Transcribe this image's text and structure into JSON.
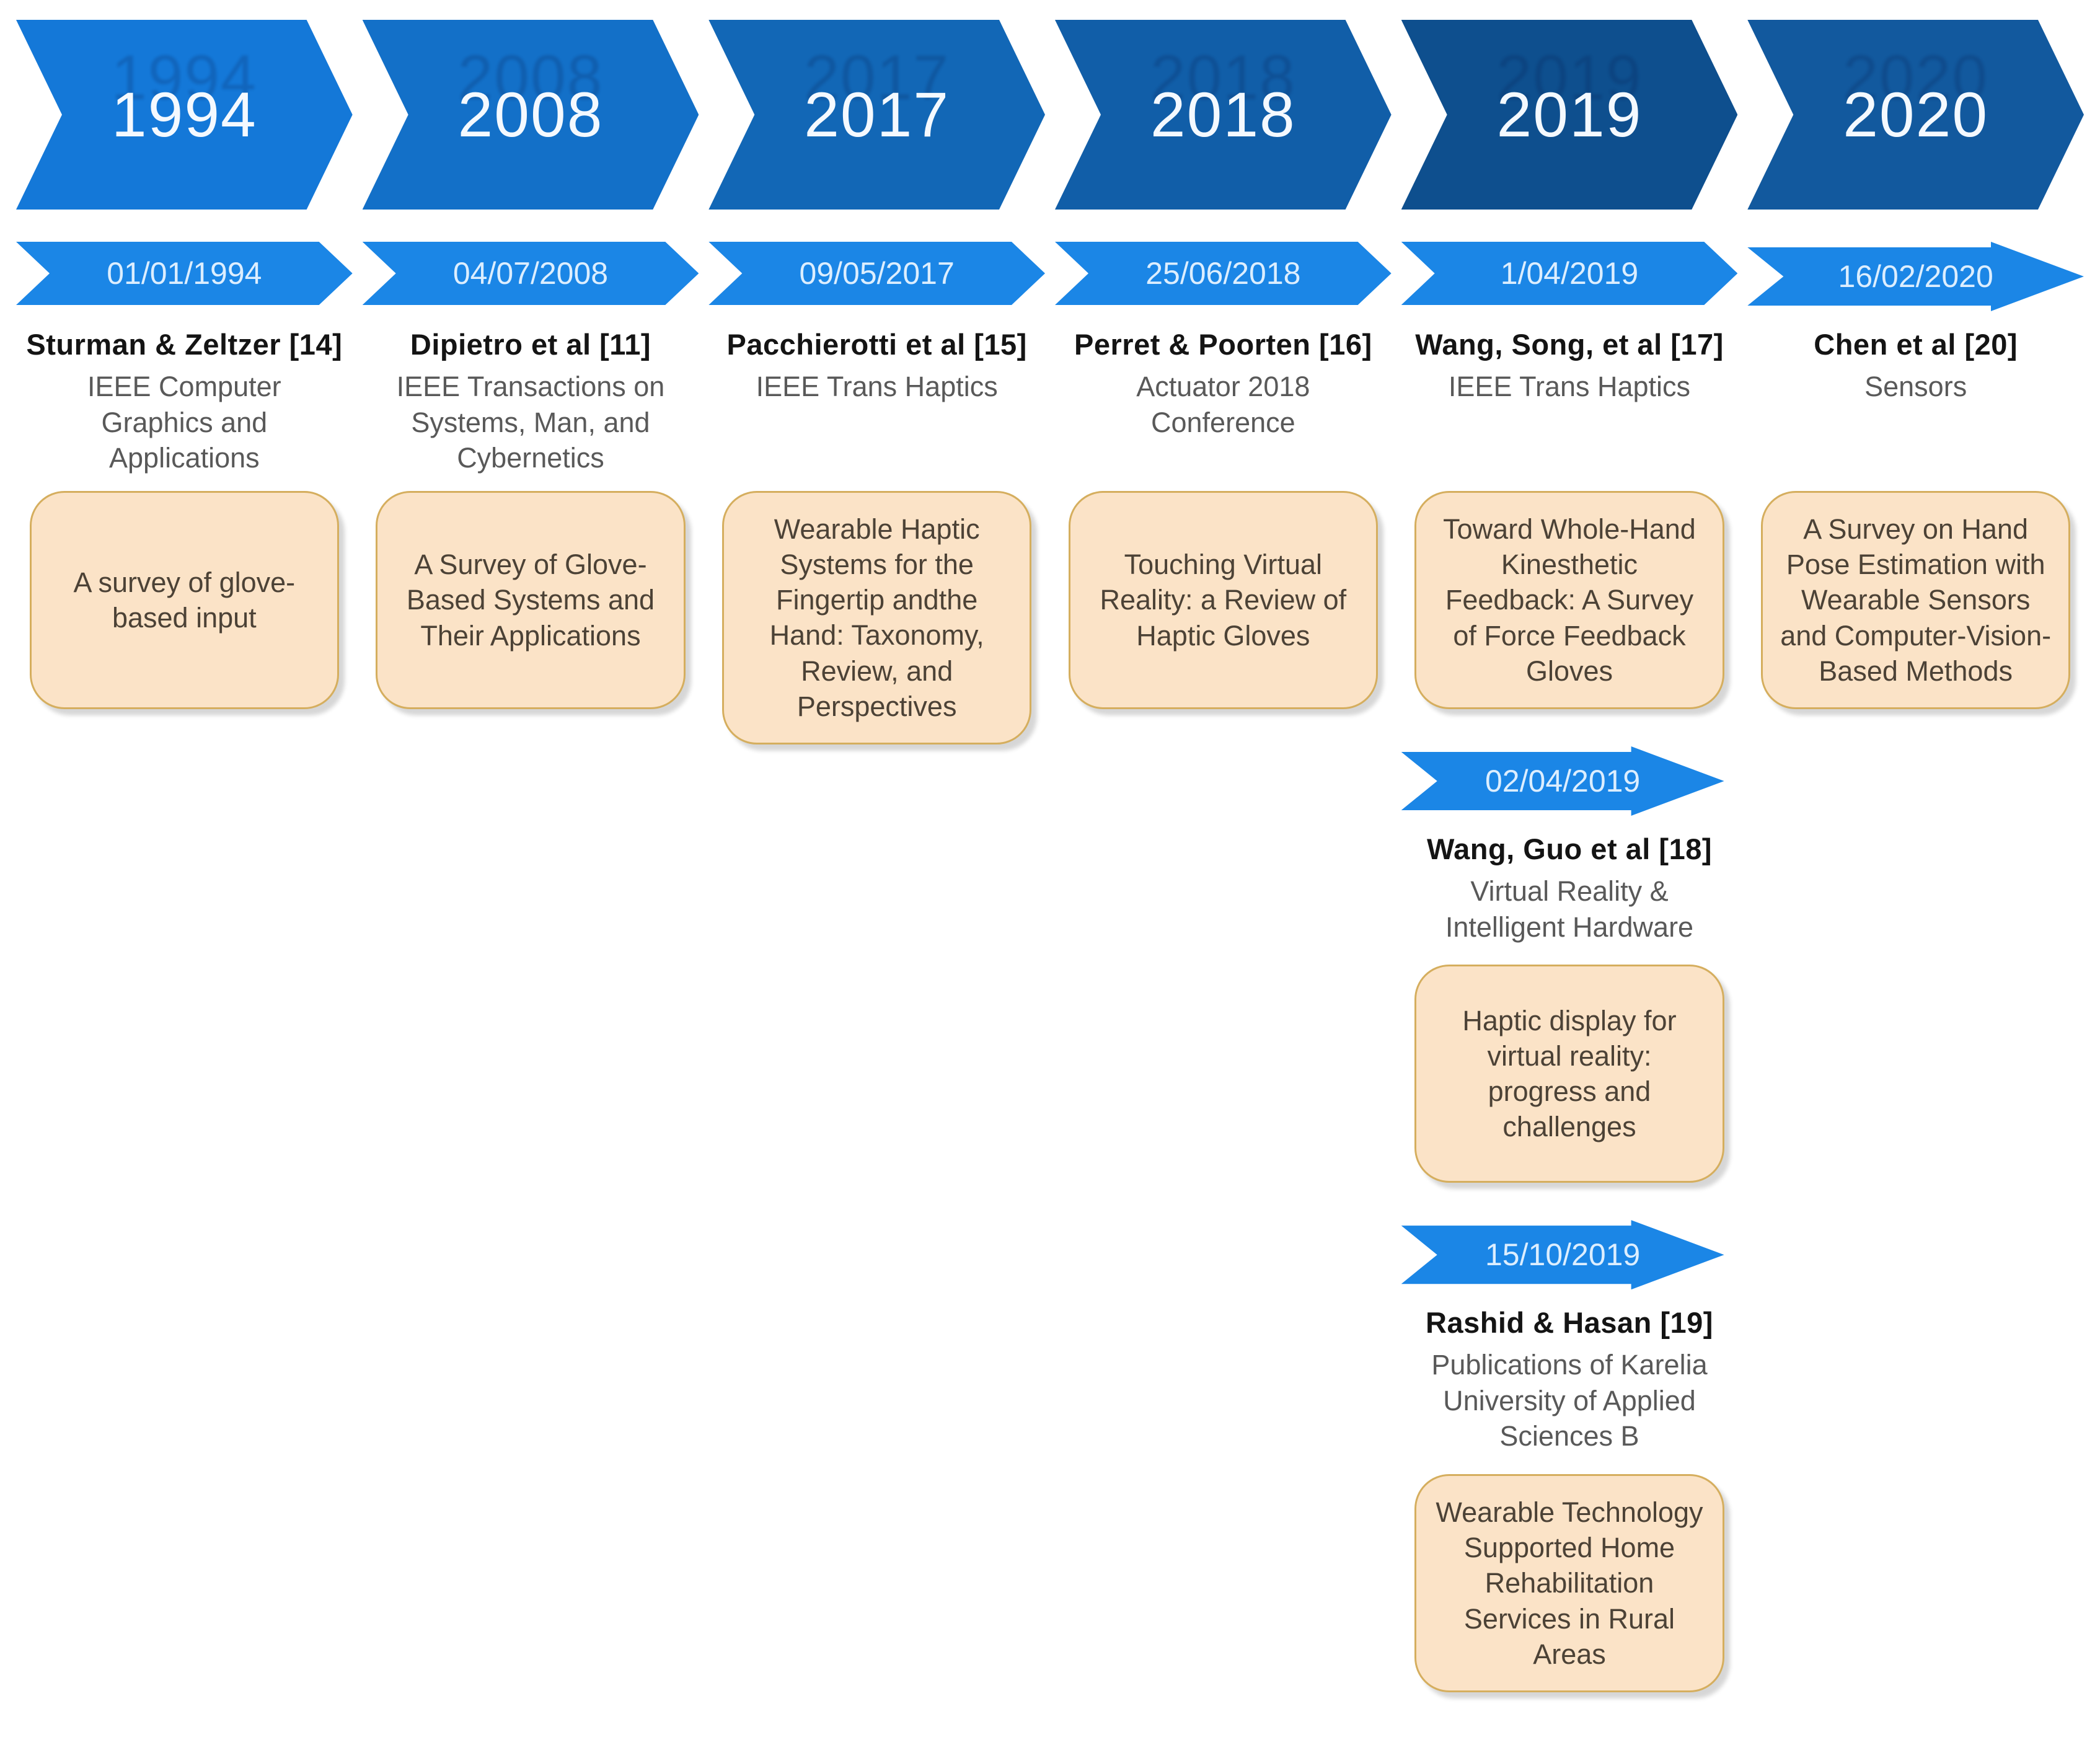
{
  "timeline": {
    "colors": {
      "year_fills": [
        "#1478d8",
        "#1370c8",
        "#1267b6",
        "#115ea8",
        "#0e4f8e",
        "#12599e"
      ],
      "date_fill": "#1b86e6",
      "box_fill": "#fbe3c7",
      "box_border": "#d5ae5e"
    },
    "columns": [
      {
        "year": "1994",
        "date": "01/01/1994",
        "author": "Sturman & Zeltzer [14]",
        "venue": "IEEE Computer Graphics and Applications",
        "title": "A survey of glove-based input"
      },
      {
        "year": "2008",
        "date": "04/07/2008",
        "author": "Dipietro et al [11]",
        "venue": "IEEE Transactions on Systems, Man, and Cybernetics",
        "title": "A Survey of Glove-Based Systems and Their Applications"
      },
      {
        "year": "2017",
        "date": "09/05/2017",
        "author": "Pacchierotti et al [15]",
        "venue": "IEEE Trans Haptics",
        "title": "Wearable Haptic Systems for the Fingertip andthe Hand: Taxonomy, Review, and Perspectives"
      },
      {
        "year": "2018",
        "date": "25/06/2018",
        "author": "Perret & Poorten [16]",
        "venue": "Actuator 2018 Conference",
        "title": "Touching Virtual Reality: a Review of Haptic Gloves"
      },
      {
        "year": "2019",
        "date": "1/04/2019",
        "author": "Wang, Song, et al [17]",
        "venue": "IEEE Trans Haptics",
        "title": "Toward Whole-Hand Kinesthetic Feedback: A Survey of Force Feedback Gloves"
      },
      {
        "year": "2020",
        "date": "16/02/2020",
        "author": "Chen et al [20]",
        "venue": "Sensors",
        "title": "A Survey on Hand Pose Estimation with Wearable Sensors and Computer-Vision-Based Methods"
      }
    ],
    "extra_2019": [
      {
        "date": "02/04/2019",
        "author": "Wang, Guo et al [18]",
        "venue": "Virtual Reality & Intelligent Hardware",
        "title": "Haptic display for virtual reality: progress and challenges"
      },
      {
        "date": "15/10/2019",
        "author": "Rashid & Hasan [19]",
        "venue": "Publications of Karelia University of Applied Sciences B",
        "title": "Wearable Technology Supported Home Rehabilitation Services in Rural Areas"
      }
    ]
  }
}
